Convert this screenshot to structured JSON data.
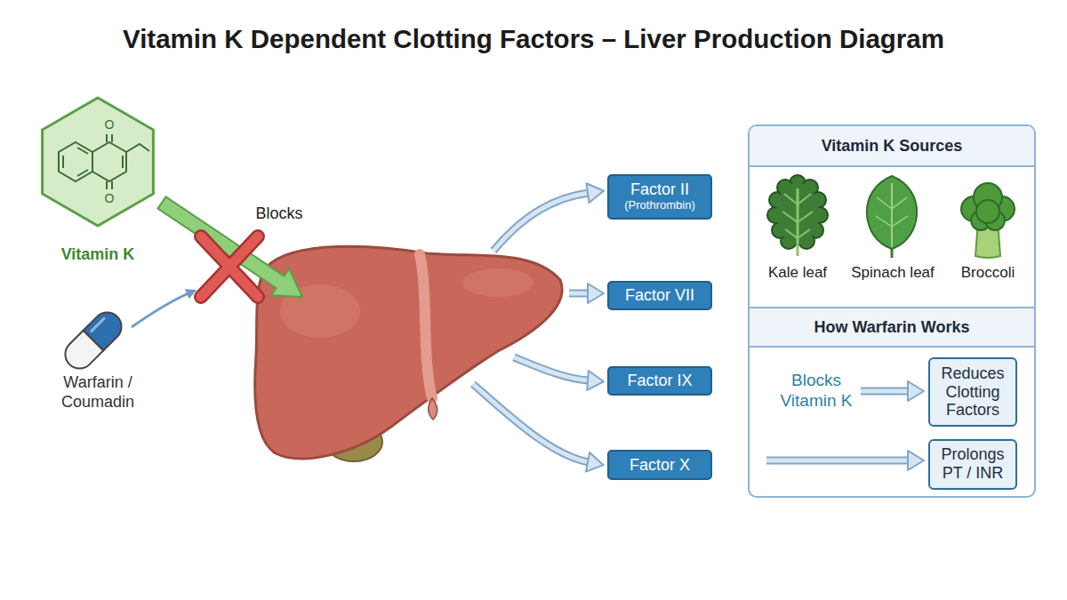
{
  "diagram": {
    "title": "Vitamin K Dependent Clotting Factors – Liver Production Diagram",
    "nodes": [
      {
        "text": [
          "Factor II",
          "(Prothrombin)"
        ]
      },
      {
        "text": [
          "Factor VII"
        ]
      },
      {
        "text": [
          "Factor IX"
        ]
      },
      {
        "text": [
          "Factor X"
        ]
      },
      {
        "text": [
          "Vitamin K Sources",
          "How Warfarin Works"
        ]
      },
      {
        "text": [
          "Reduces Clotting Factors"
        ],
        "in": 4
      },
      {
        "text": [
          "Prolongs PT / INR"
        ],
        "in": 4
      }
    ],
    "labels": [
      "O",
      "O",
      "Vitamin K",
      "Blocks",
      "Warfarin / Coumadin",
      "Kale leaf",
      "Spinach leaf",
      "Broccoli",
      "Blocks Vitamin K"
    ]
  }
}
